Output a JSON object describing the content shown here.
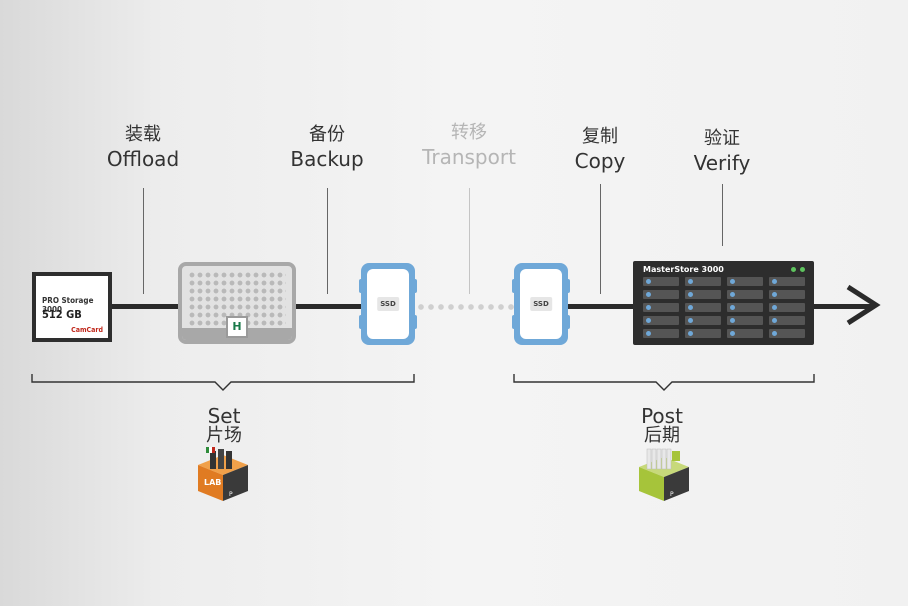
{
  "stages": [
    {
      "zh": "装载",
      "en": "Offload",
      "state": "active"
    },
    {
      "zh": "备份",
      "en": "Backup",
      "state": "active"
    },
    {
      "zh": "转移",
      "en": "Transport",
      "state": "muted"
    },
    {
      "zh": "复制",
      "en": "Copy",
      "state": "active"
    },
    {
      "zh": "验证",
      "en": "Verify",
      "state": "active"
    }
  ],
  "devices": {
    "camcard": {
      "line1": "PRO Storage 3000",
      "line2": "512 GB",
      "brand": "CamCard"
    },
    "laptop": {
      "badge": "H"
    },
    "ssd_left": {
      "label": "SSD"
    },
    "ssd_right": {
      "label": "SSD"
    },
    "server": {
      "label": "MasterStore 3000"
    }
  },
  "groups": [
    {
      "en": "Set",
      "zh": "片场",
      "icon": "lab-box-icon",
      "box_label": "LAB"
    },
    {
      "en": "Post",
      "zh": "后期",
      "icon": "post-box-icon"
    }
  ],
  "colors": {
    "line": "#2a2a2a",
    "ssd": "#6fa8d8",
    "server": "#2d2d2d",
    "brand_red": "#c0281c",
    "lab_orange": "#e07b22",
    "post_green": "#a6c43a"
  }
}
